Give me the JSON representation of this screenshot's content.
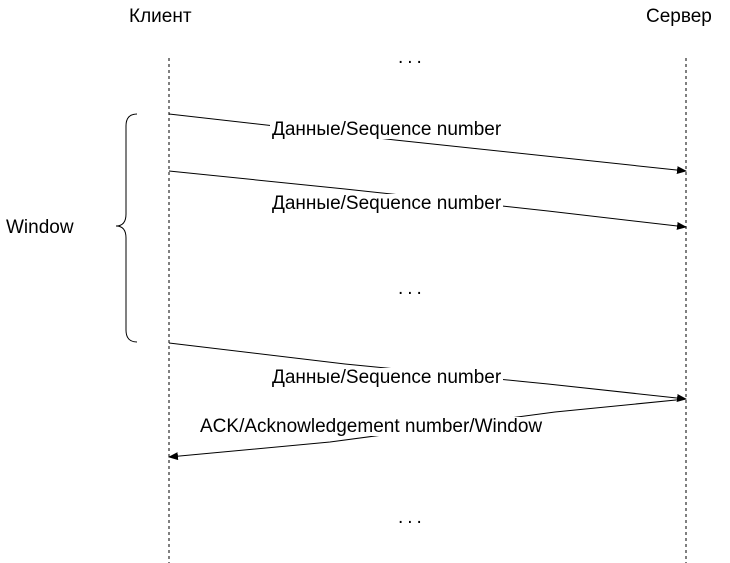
{
  "participants": {
    "client": "Клиент",
    "server": "Сервер"
  },
  "window_label": "Window",
  "ellipsis": {
    "top": "...",
    "middle": "...",
    "bottom": "..."
  },
  "messages": [
    {
      "label": "Данные/Sequence number",
      "from": "client",
      "to": "server"
    },
    {
      "label": "Данные/Sequence number",
      "from": "client",
      "to": "server"
    },
    {
      "label": "Данные/Sequence number",
      "from": "client",
      "to": "server"
    },
    {
      "label": "ACK/Acknowledgement number/Window",
      "from": "server",
      "to": "client"
    }
  ]
}
